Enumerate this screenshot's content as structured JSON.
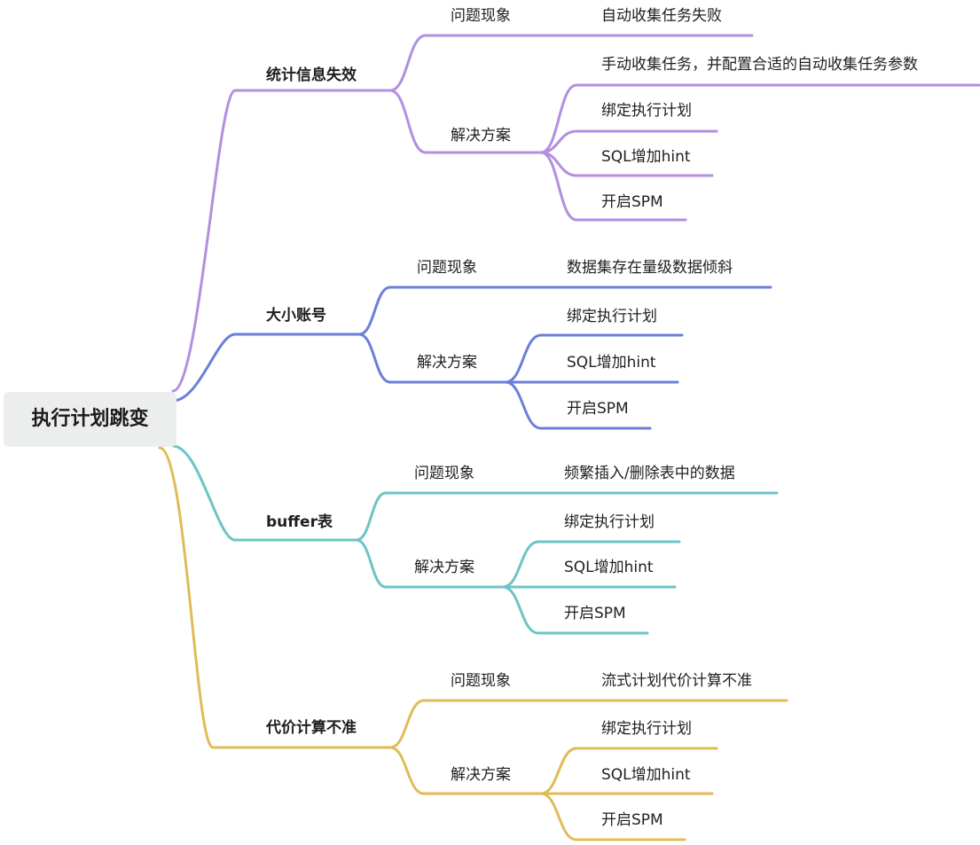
{
  "root": {
    "label": "执行计划跳变"
  },
  "branches": [
    {
      "label": "统计信息失效",
      "color": "#b38fde",
      "symptom": {
        "label": "问题现象",
        "items": [
          "自动收集任务失败"
        ]
      },
      "solution": {
        "label": "解决方案",
        "items": [
          "手动收集任务，并配置合适的自动收集任务参数",
          "绑定执行计划",
          "SQL增加hint",
          "开启SPM"
        ]
      }
    },
    {
      "label": "大小账号",
      "color": "#6b7fd8",
      "symptom": {
        "label": "问题现象",
        "items": [
          "数据集存在量级数据倾斜"
        ]
      },
      "solution": {
        "label": "解决方案",
        "items": [
          "绑定执行计划",
          "SQL增加hint",
          "开启SPM"
        ]
      }
    },
    {
      "label": "buffer表",
      "color": "#6cc5c4",
      "symptom": {
        "label": "问题现象",
        "items": [
          "频繁插入/删除表中的数据"
        ]
      },
      "solution": {
        "label": "解决方案",
        "items": [
          "绑定执行计划",
          "SQL增加hint",
          "开启SPM"
        ]
      }
    },
    {
      "label": "代价计算不准",
      "color": "#e0bb57",
      "symptom": {
        "label": "问题现象",
        "items": [
          "流式计划代价计算不准"
        ]
      },
      "solution": {
        "label": "解决方案",
        "items": [
          "绑定执行计划",
          "SQL增加hint",
          "开启SPM"
        ]
      }
    }
  ]
}
